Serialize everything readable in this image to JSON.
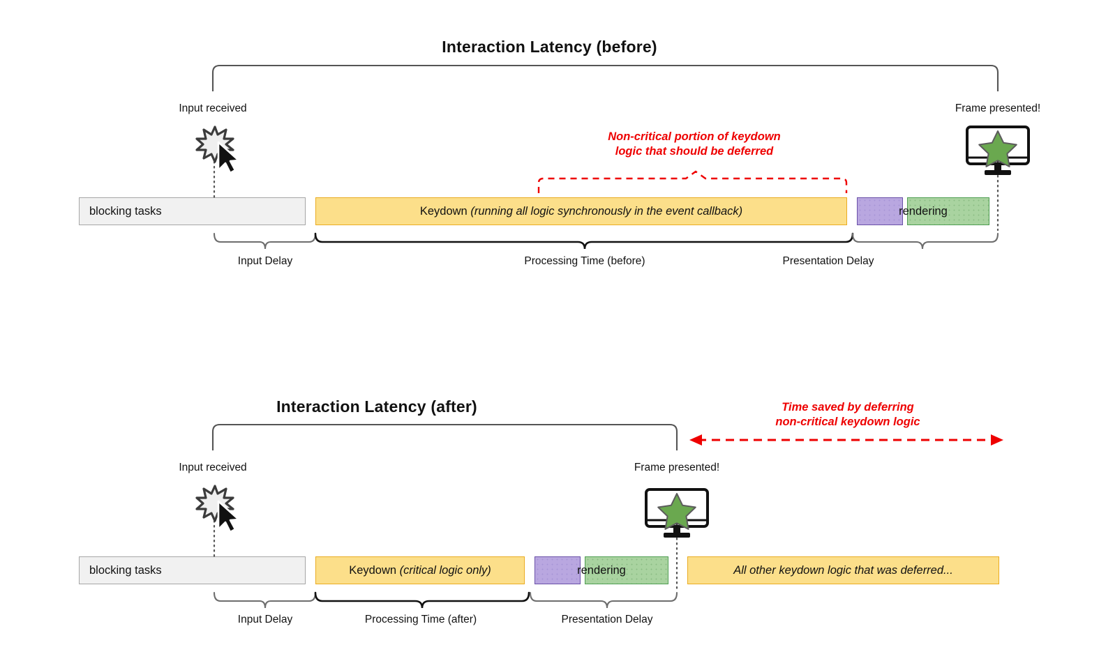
{
  "page": {
    "accent_red": "#ee0000",
    "keydown_fill": "#fcdf8a",
    "keydown_stroke": "#eaac22",
    "blocking_fill": "#f1f1f1",
    "blocking_stroke": "#a6a6a6",
    "purple_fill": "#b9a7e0",
    "purple_stroke": "#6a51a8",
    "green_fill": "#a9d3a0",
    "green_stroke": "#4f9e52",
    "star_color": "#6aa84f"
  },
  "before": {
    "title": "Interaction Latency (before)",
    "input_received_label": "Input received",
    "frame_presented_label": "Frame presented!",
    "red_annotation_line1": "Non-critical portion of keydown",
    "red_annotation_line2": "logic that should be deferred",
    "bars": [
      {
        "id": "blocking",
        "label": "blocking tasks",
        "label_italic": ""
      },
      {
        "id": "keydown",
        "label": "Keydown ",
        "label_italic": "(running all logic synchronously in the event callback)"
      },
      {
        "id": "purple",
        "label": "",
        "label_italic": ""
      },
      {
        "id": "green",
        "label": "rendering",
        "label_italic": ""
      }
    ],
    "phases": [
      {
        "id": "input-delay",
        "label": "Input Delay"
      },
      {
        "id": "processing-time",
        "label": "Processing Time (before)"
      },
      {
        "id": "presentation-delay",
        "label": "Presentation Delay"
      }
    ]
  },
  "after": {
    "title": "Interaction Latency (after)",
    "input_received_label": "Input received",
    "frame_presented_label": "Frame presented!",
    "red_annotation_line1": "Time saved by deferring",
    "red_annotation_line2": "non-critical keydown logic",
    "bars": [
      {
        "id": "blocking",
        "label": "blocking tasks",
        "label_italic": ""
      },
      {
        "id": "keydown",
        "label": "Keydown ",
        "label_italic": "(critical logic only)"
      },
      {
        "id": "purple",
        "label": "",
        "label_italic": ""
      },
      {
        "id": "green",
        "label": "rendering",
        "label_italic": ""
      },
      {
        "id": "deferred",
        "label": "",
        "label_italic": "All other keydown logic that was deferred..."
      }
    ],
    "phases": [
      {
        "id": "input-delay",
        "label": "Input Delay"
      },
      {
        "id": "processing-time",
        "label": "Processing Time (after)"
      },
      {
        "id": "presentation-delay",
        "label": "Presentation Delay"
      }
    ]
  },
  "icons": {
    "cursor": "cursor-burst-icon",
    "monitor": "monitor-frame-icon",
    "star": "star-icon"
  }
}
